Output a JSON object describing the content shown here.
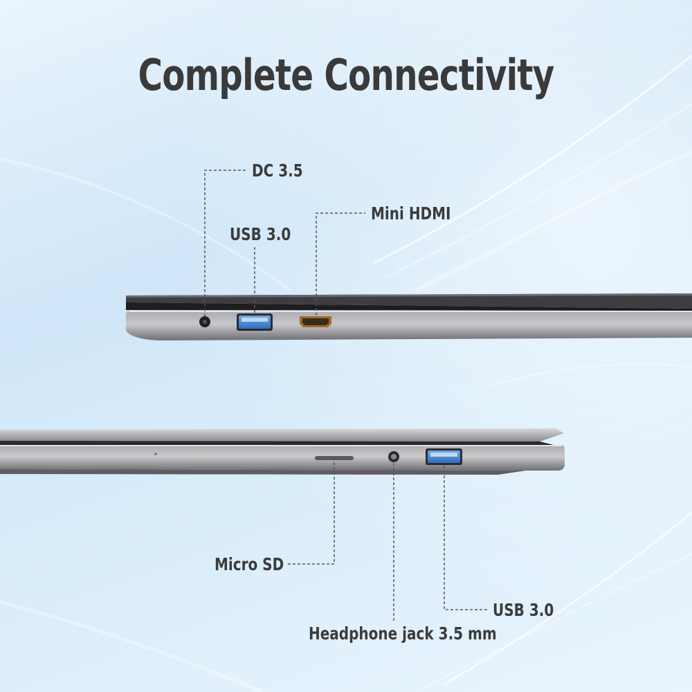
{
  "title": "Complete Connectivity",
  "labels": {
    "dc": "DC 3.5",
    "usb_left": "USB 3.0",
    "mini_hdmi": "Mini HDMI",
    "micro_sd": "Micro SD",
    "headphone": "Headphone jack 3.5 mm",
    "usb_right": "USB 3.0"
  }
}
